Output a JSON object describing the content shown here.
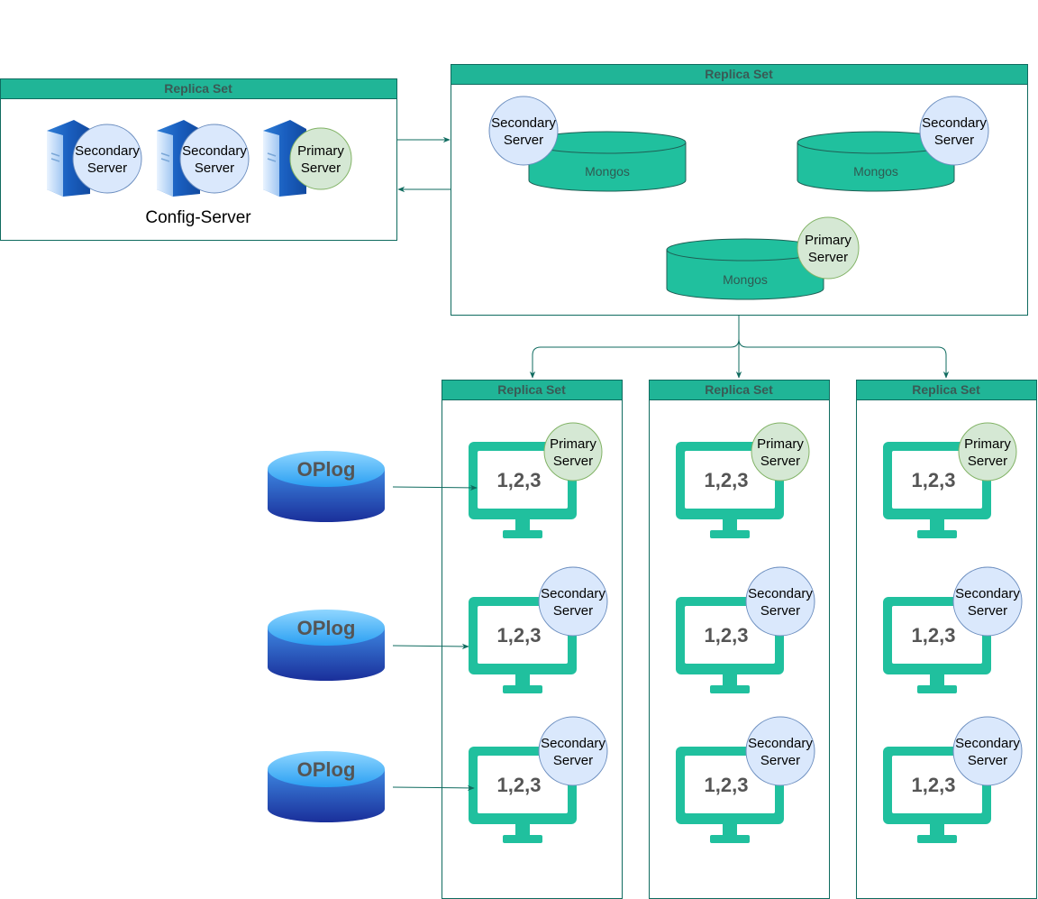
{
  "config_panel": {
    "title": "Replica Set",
    "label": "Config-Server",
    "servers": [
      {
        "role": "Secondary",
        "word": "Server"
      },
      {
        "role": "Secondary",
        "word": "Server"
      },
      {
        "role": "Primary",
        "word": "Server"
      }
    ]
  },
  "mongos_panel": {
    "title": "Replica Set",
    "nodes": [
      {
        "db_label": "Mongos",
        "role": "Secondary",
        "word": "Server"
      },
      {
        "db_label": "Mongos",
        "role": "Secondary",
        "word": "Server"
      },
      {
        "db_label": "Mongos",
        "role": "Primary",
        "word": "Server"
      }
    ]
  },
  "shards": [
    {
      "title": "Replica Set",
      "members": [
        {
          "data": "1,2,3",
          "role": "Primary",
          "word": "Server"
        },
        {
          "data": "1,2,3",
          "role": "Secondary",
          "word": "Server"
        },
        {
          "data": "1,2,3",
          "role": "Secondary",
          "word": "Server"
        }
      ]
    },
    {
      "title": "Replica Set",
      "members": [
        {
          "data": "1,2,3",
          "role": "Primary",
          "word": "Server"
        },
        {
          "data": "1,2,3",
          "role": "Secondary",
          "word": "Server"
        },
        {
          "data": "1,2,3",
          "role": "Secondary",
          "word": "Server"
        }
      ]
    },
    {
      "title": "Replica Set",
      "members": [
        {
          "data": "1,2,3",
          "role": "Primary",
          "word": "Server"
        },
        {
          "data": "1,2,3",
          "role": "Secondary",
          "word": "Server"
        },
        {
          "data": "1,2,3",
          "role": "Secondary",
          "word": "Server"
        }
      ]
    }
  ],
  "oplogs": [
    {
      "label": "OPlog"
    },
    {
      "label": "OPlog"
    },
    {
      "label": "OPlog"
    }
  ],
  "colors": {
    "accent": "#20c09e",
    "header": "#20b597",
    "border": "#0f6b5f",
    "primary_fill": "#d5e8d4",
    "secondary_fill": "#dae8fc"
  }
}
